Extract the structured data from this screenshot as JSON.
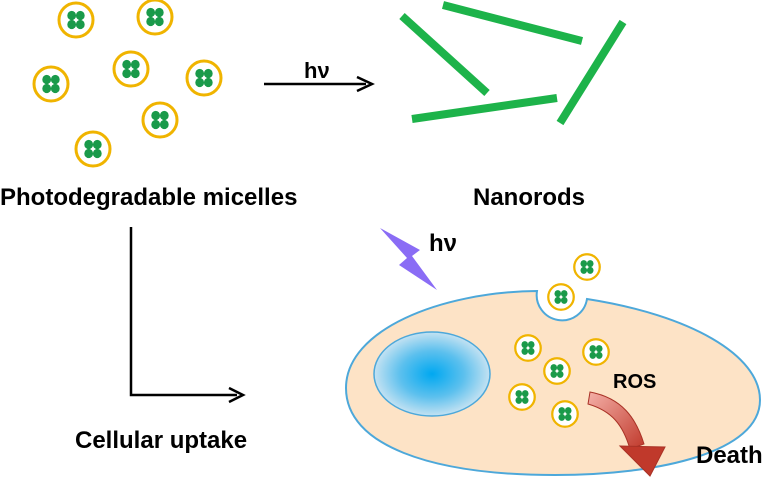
{
  "labels": {
    "hv_top": "hν",
    "micelles": "Photodegradable micelles",
    "nanorods": "Nanorods",
    "hv_bottom": "hν",
    "uptake": "Cellular uptake",
    "ros": "ROS",
    "death": "Death"
  },
  "colors": {
    "micelle_ring": "#f0b400",
    "micelle_core": "#1a9a4a",
    "nanorod": "#1db34a",
    "cell_fill": "#fde3c6",
    "cell_border": "#4da8da",
    "nucleus_center": "#00a8f0",
    "nucleus_edge": "#b8dcf0",
    "lightning": "#8a6cf5",
    "ros_arrow": "#c0392b",
    "arrow": "#000000"
  },
  "icons": {
    "micelle": "micelle-icon",
    "lightning": "lightning-icon",
    "ros_arrow": "curved-arrow-icon"
  }
}
